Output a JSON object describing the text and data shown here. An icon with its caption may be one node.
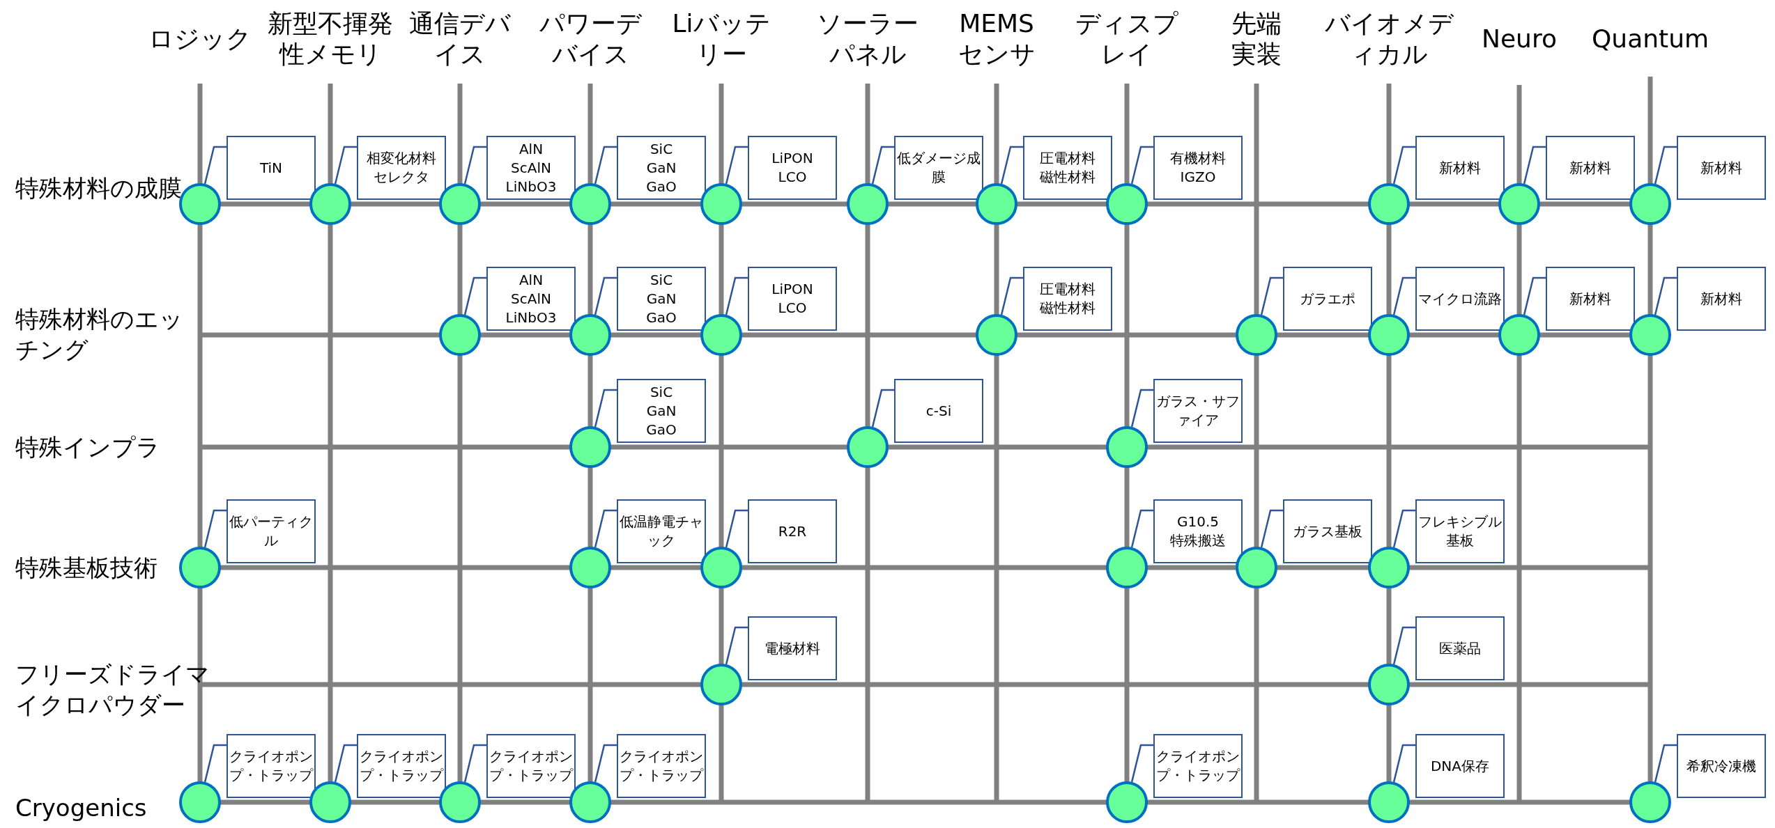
{
  "diagram": {
    "nodes": [
      {
        "text": [
          "TiN"
        ]
      },
      {
        "text": [],
        "shape": "circle"
      },
      {
        "text": [
          "相変化材料",
          "セレクタ"
        ]
      },
      {
        "text": [],
        "shape": "circle"
      },
      {
        "text": [
          "AlN",
          "ScAlN",
          "LiNbO3"
        ]
      },
      {
        "text": [],
        "shape": "circle"
      },
      {
        "text": [
          "SiC",
          "GaN",
          "GaO"
        ]
      },
      {
        "text": [],
        "shape": "circle"
      },
      {
        "text": [
          "LiPON",
          "LCO"
        ]
      },
      {
        "text": [],
        "shape": "circle"
      },
      {
        "text": [
          "低ダメージ成膜"
        ]
      },
      {
        "text": [],
        "shape": "circle"
      },
      {
        "text": [
          "圧電材料",
          "磁性材料"
        ]
      },
      {
        "text": [],
        "shape": "circle"
      },
      {
        "text": [
          "有機材料",
          "IGZO"
        ]
      },
      {
        "text": [],
        "shape": "circle"
      },
      {
        "text": [
          "新材料"
        ]
      },
      {
        "text": [],
        "shape": "circle"
      },
      {
        "text": [
          "新材料"
        ]
      },
      {
        "text": [],
        "shape": "circle"
      },
      {
        "text": [
          "新材料"
        ]
      },
      {
        "text": [],
        "shape": "circle"
      },
      {
        "text": [
          "AlN",
          "ScAlN",
          "LiNbO3"
        ]
      },
      {
        "text": [],
        "shape": "circle"
      },
      {
        "text": [
          "SiC",
          "GaN",
          "GaO"
        ]
      },
      {
        "text": [],
        "shape": "circle"
      },
      {
        "text": [
          "LiPON",
          "LCO"
        ]
      },
      {
        "text": [],
        "shape": "circle"
      },
      {
        "text": [
          "圧電材料",
          "磁性材料"
        ]
      },
      {
        "text": [],
        "shape": "circle"
      },
      {
        "text": [
          "ガラエポ"
        ]
      },
      {
        "text": [],
        "shape": "circle"
      },
      {
        "text": [
          "マイクロ流路"
        ]
      },
      {
        "text": [],
        "shape": "circle"
      },
      {
        "text": [
          "新材料"
        ]
      },
      {
        "text": [],
        "shape": "circle"
      },
      {
        "text": [
          "新材料"
        ]
      },
      {
        "text": [],
        "shape": "circle"
      },
      {
        "text": [
          "SiC",
          "GaN",
          "GaO"
        ]
      },
      {
        "text": [],
        "shape": "circle"
      },
      {
        "text": [
          "c-Si"
        ]
      },
      {
        "text": [],
        "shape": "circle"
      },
      {
        "text": [
          "ガラス・サファイア"
        ]
      },
      {
        "text": [],
        "shape": "circle"
      },
      {
        "text": [
          "低パーティクル"
        ]
      },
      {
        "text": [],
        "shape": "circle"
      },
      {
        "text": [
          "低温静電チャック"
        ]
      },
      {
        "text": [],
        "shape": "circle"
      },
      {
        "text": [
          "R2R"
        ]
      },
      {
        "text": [],
        "shape": "circle"
      },
      {
        "text": [
          "G10.5",
          "特殊搬送"
        ]
      },
      {
        "text": [],
        "shape": "circle"
      },
      {
        "text": [
          "ガラス基板"
        ]
      },
      {
        "text": [],
        "shape": "circle"
      },
      {
        "text": [
          "フレキシブル基板"
        ]
      },
      {
        "text": [],
        "shape": "circle"
      },
      {
        "text": [
          "電極材料"
        ]
      },
      {
        "text": [],
        "shape": "circle"
      },
      {
        "text": [
          "医薬品"
        ]
      },
      {
        "text": [],
        "shape": "circle"
      },
      {
        "text": [
          "クライオポンプ・トラップ"
        ]
      },
      {
        "text": [],
        "shape": "circle"
      },
      {
        "text": [
          "クライオポンプ・トラップ"
        ]
      },
      {
        "text": [],
        "shape": "circle"
      },
      {
        "text": [
          "クライオポンプ・トラップ"
        ]
      },
      {
        "text": [],
        "shape": "circle"
      },
      {
        "text": [
          "クライオポンプ・トラップ"
        ]
      },
      {
        "text": [],
        "shape": "circle"
      },
      {
        "text": [
          "クライオポンプ・トラップ"
        ]
      },
      {
        "text": [],
        "shape": "circle"
      },
      {
        "text": [
          "DNA保存"
        ]
      },
      {
        "text": [],
        "shape": "circle"
      },
      {
        "text": [
          "希釈冷凍機"
        ]
      },
      {
        "text": [],
        "shape": "circle"
      }
    ],
    "edges": [
      {
        "from": 0,
        "to": 1,
        "arrow": "none"
      },
      {
        "from": 2,
        "to": 3,
        "arrow": "none"
      },
      {
        "from": 4,
        "to": 5,
        "arrow": "none"
      },
      {
        "from": 6,
        "to": 7,
        "arrow": "none"
      },
      {
        "from": 8,
        "to": 9,
        "arrow": "none"
      },
      {
        "from": 10,
        "to": 11,
        "arrow": "none"
      },
      {
        "from": 12,
        "to": 13,
        "arrow": "none"
      },
      {
        "from": 14,
        "to": 15,
        "arrow": "none"
      },
      {
        "from": 16,
        "to": 17,
        "arrow": "none"
      },
      {
        "from": 18,
        "to": 19,
        "arrow": "none"
      },
      {
        "from": 20,
        "to": 21,
        "arrow": "none"
      },
      {
        "from": 22,
        "to": 23,
        "arrow": "none"
      },
      {
        "from": 24,
        "to": 25,
        "arrow": "none"
      },
      {
        "from": 26,
        "to": 27,
        "arrow": "none"
      },
      {
        "from": 28,
        "to": 29,
        "arrow": "none"
      },
      {
        "from": 30,
        "to": 31,
        "arrow": "none"
      },
      {
        "from": 32,
        "to": 33,
        "arrow": "none"
      },
      {
        "from": 34,
        "to": 35,
        "arrow": "none"
      },
      {
        "from": 36,
        "to": 37,
        "arrow": "none"
      },
      {
        "from": 38,
        "to": 39,
        "arrow": "none"
      },
      {
        "from": 40,
        "to": 41,
        "arrow": "none"
      },
      {
        "from": 42,
        "to": 43,
        "arrow": "none"
      },
      {
        "from": 44,
        "to": 45,
        "arrow": "none"
      },
      {
        "from": 46,
        "to": 47,
        "arrow": "none"
      },
      {
        "from": 48,
        "to": 49,
        "arrow": "none"
      },
      {
        "from": 50,
        "to": 51,
        "arrow": "none"
      },
      {
        "from": 52,
        "to": 53,
        "arrow": "none"
      },
      {
        "from": 54,
        "to": 55,
        "arrow": "none"
      },
      {
        "from": 56,
        "to": 57,
        "arrow": "none"
      },
      {
        "from": 58,
        "to": 59,
        "arrow": "none"
      },
      {
        "from": 60,
        "to": 61,
        "arrow": "none"
      },
      {
        "from": 62,
        "to": 63,
        "arrow": "none"
      },
      {
        "from": 64,
        "to": 65,
        "arrow": "none"
      },
      {
        "from": 66,
        "to": 67,
        "arrow": "none"
      },
      {
        "from": 68,
        "to": 69,
        "arrow": "none"
      },
      {
        "from": 70,
        "to": 71,
        "arrow": "none"
      },
      {
        "from": 72,
        "to": 73,
        "arrow": "none"
      }
    ],
    "labels": [
      "ロジック",
      "新型不揮発性メモリ",
      "通信デバイス",
      "パワーデバイス",
      "Liバッテリー",
      "ソーラーパネル",
      "MEMSセンサ",
      "ディスプレイ",
      "先端実装",
      "バイオメディカル",
      "Neuro",
      "Quantum",
      "特殊材料の成膜",
      "特殊材料のエッチング",
      "特殊インプラ",
      "特殊基板技術",
      "フリーズドライマイクロパウダー",
      "Cryogenics"
    ]
  }
}
